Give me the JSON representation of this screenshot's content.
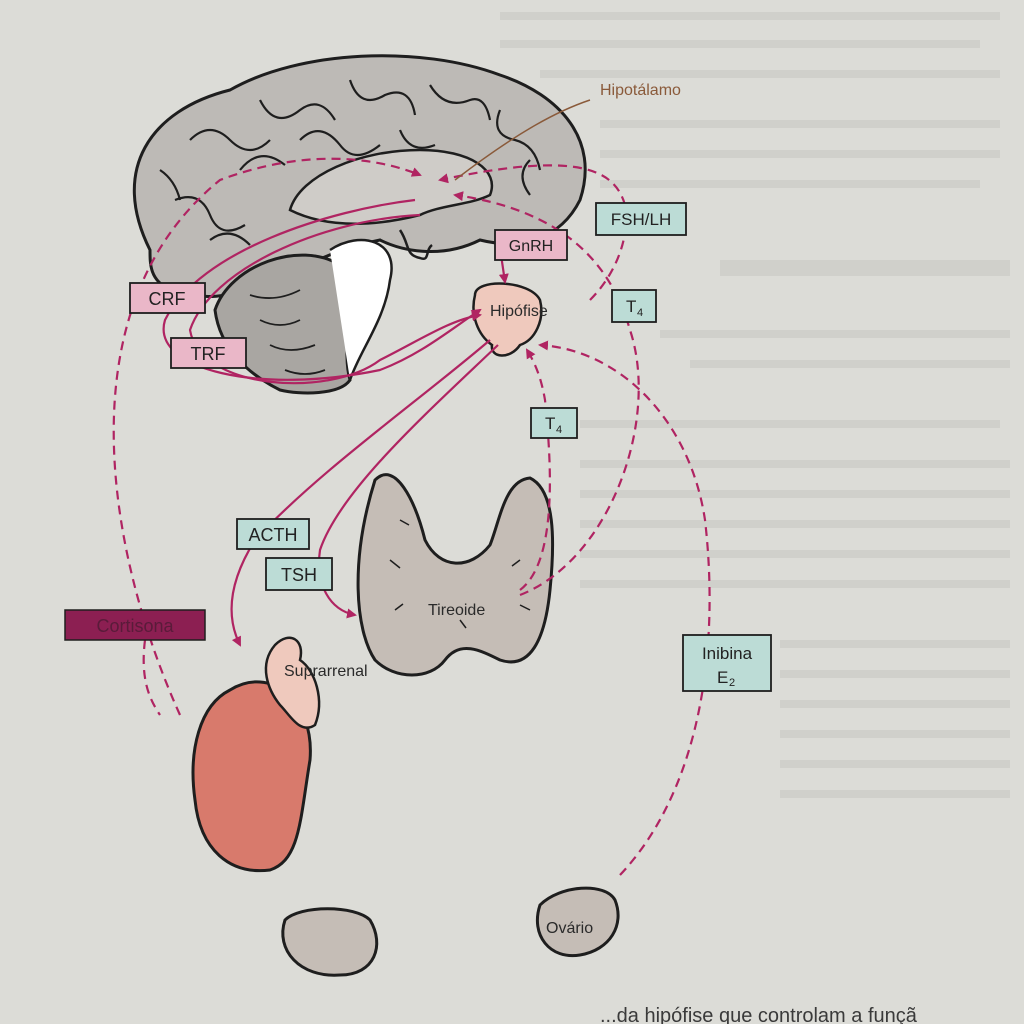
{
  "colors": {
    "page": "#dcdcd7",
    "organ": "#c5bdb6",
    "brain": "#bdbab6",
    "pink_box": "#eab7c8",
    "teal_box": "#bcdcd6",
    "kidney": "#d87a6c",
    "gland_light": "#efc9bd",
    "arrow": "#b02462",
    "cortisona_box": "#8c1f52"
  },
  "labels": {
    "hipotalamo": "Hipotálamo",
    "hipofise": "Hipófise",
    "tireoide": "Tireoide",
    "suprarrenal": "Suprarrenal",
    "ovario": "Ovário"
  },
  "boxes": {
    "crf": "CRF",
    "trf": "TRF",
    "gnrh": "GnRH",
    "fsh_lh": "FSH/LH",
    "t4_top": "T",
    "t4_top_sub": "4",
    "t4_mid": "T",
    "t4_mid_sub": "4",
    "acth": "ACTH",
    "tsh": "TSH",
    "cortisona": "Cortisona",
    "inibina": "Inibina",
    "e2": "E",
    "e2_sub": "2"
  },
  "caption": "...da hipófise que controlam a funçã"
}
